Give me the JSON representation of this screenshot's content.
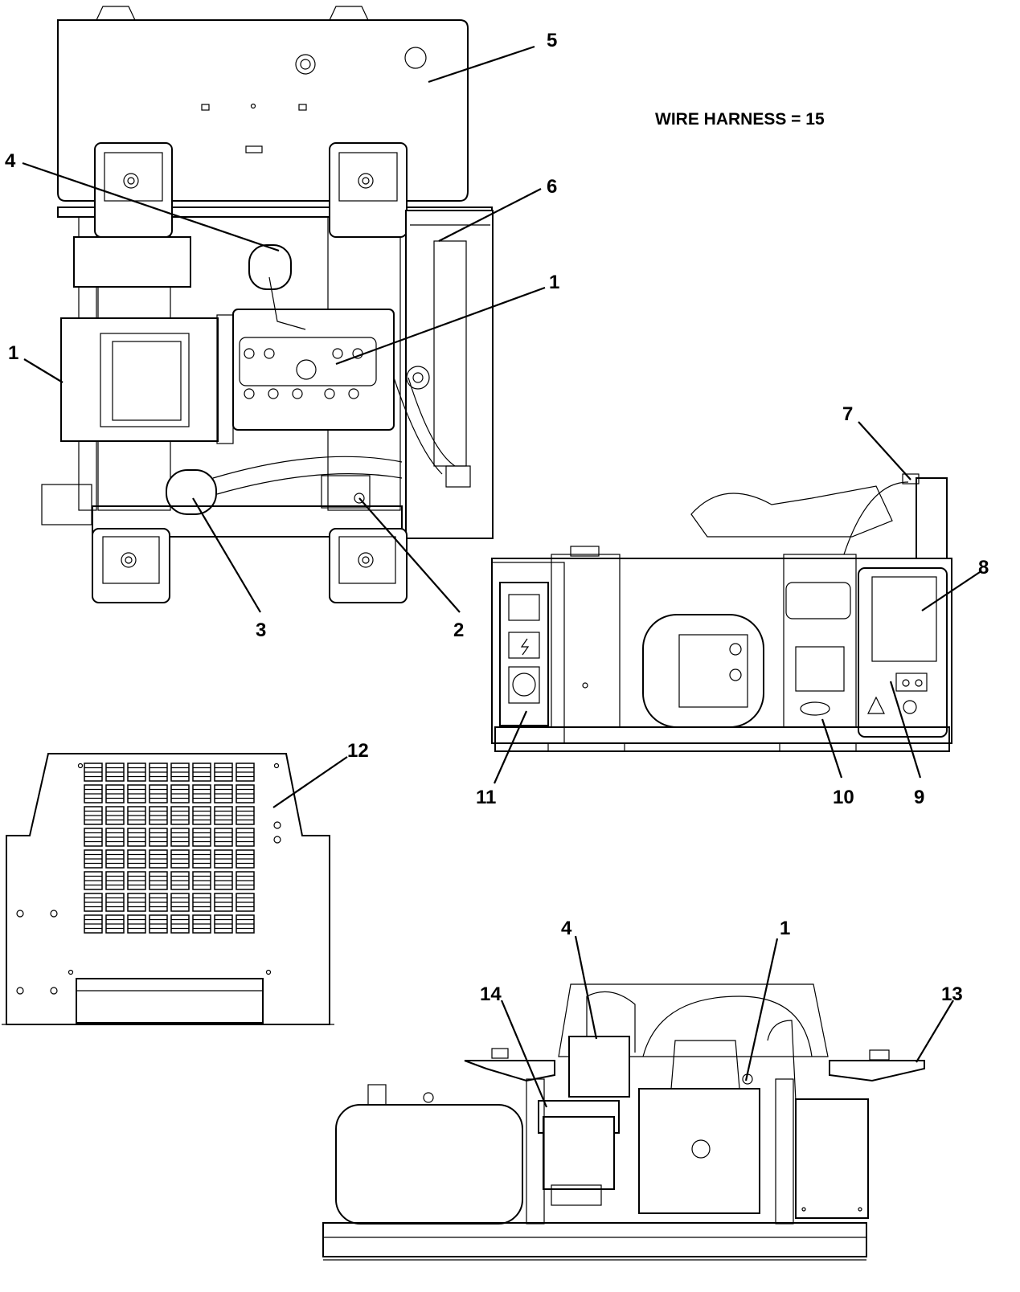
{
  "caption": "WIRE HARNESS = 15",
  "callouts": {
    "top_1_left": "1",
    "top_1_right": "1",
    "top_2": "2",
    "top_3": "3",
    "top_4": "4",
    "top_5": "5",
    "top_6": "6",
    "side_7": "7",
    "side_8": "8",
    "side_9": "9",
    "side_10": "10",
    "side_11": "11",
    "rear_12": "12",
    "bottom_1": "1",
    "bottom_4": "4",
    "bottom_13": "13",
    "bottom_14": "14"
  }
}
